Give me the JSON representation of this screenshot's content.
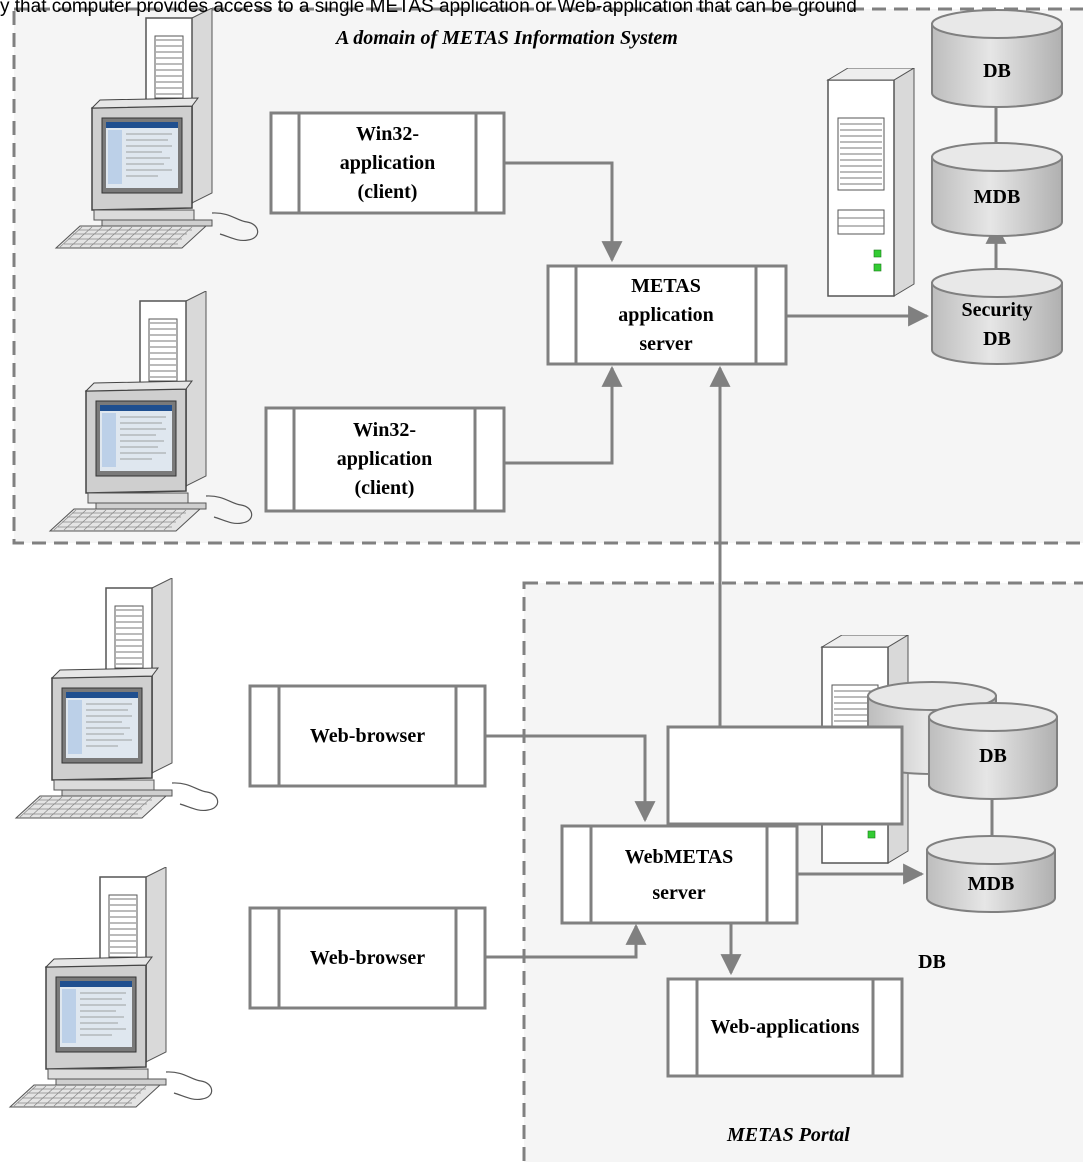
{
  "top_caption": "y that computer provides access to a single METAS application or Web-application that can be ground",
  "domains": {
    "information_system": "A domain of METAS Information System",
    "portal": "METAS Portal"
  },
  "nodes": {
    "win32_client_1": [
      "Win32-",
      "application",
      "(client)"
    ],
    "win32_client_2": [
      "Win32-",
      "application",
      "(client)"
    ],
    "app_server": [
      "METAS",
      "application",
      "server"
    ],
    "web_browser_1": [
      "Web-browser"
    ],
    "web_browser_2": [
      "Web-browser"
    ],
    "webmetas_server": [
      "WebMETAS",
      "server"
    ],
    "web_applications": [
      "Web-applications"
    ]
  },
  "databases": {
    "db_top": [
      "DB"
    ],
    "mdb_top": [
      "MDB"
    ],
    "security_db": [
      "Security",
      "DB"
    ],
    "db_portal": [
      "DB"
    ],
    "mdb_portal": [
      "MDB"
    ],
    "db_webapps": [
      "DB"
    ]
  },
  "icons": [
    "pc-win32-1-icon",
    "pc-win32-2-icon",
    "pc-browser-1-icon",
    "pc-browser-2-icon",
    "server-tower-1-icon",
    "server-tower-2-icon"
  ],
  "colors": {
    "stroke": "#808080",
    "region_fill": "#f5f5f5",
    "db_fill": "#cccccc",
    "led_green": "#33cc33"
  }
}
